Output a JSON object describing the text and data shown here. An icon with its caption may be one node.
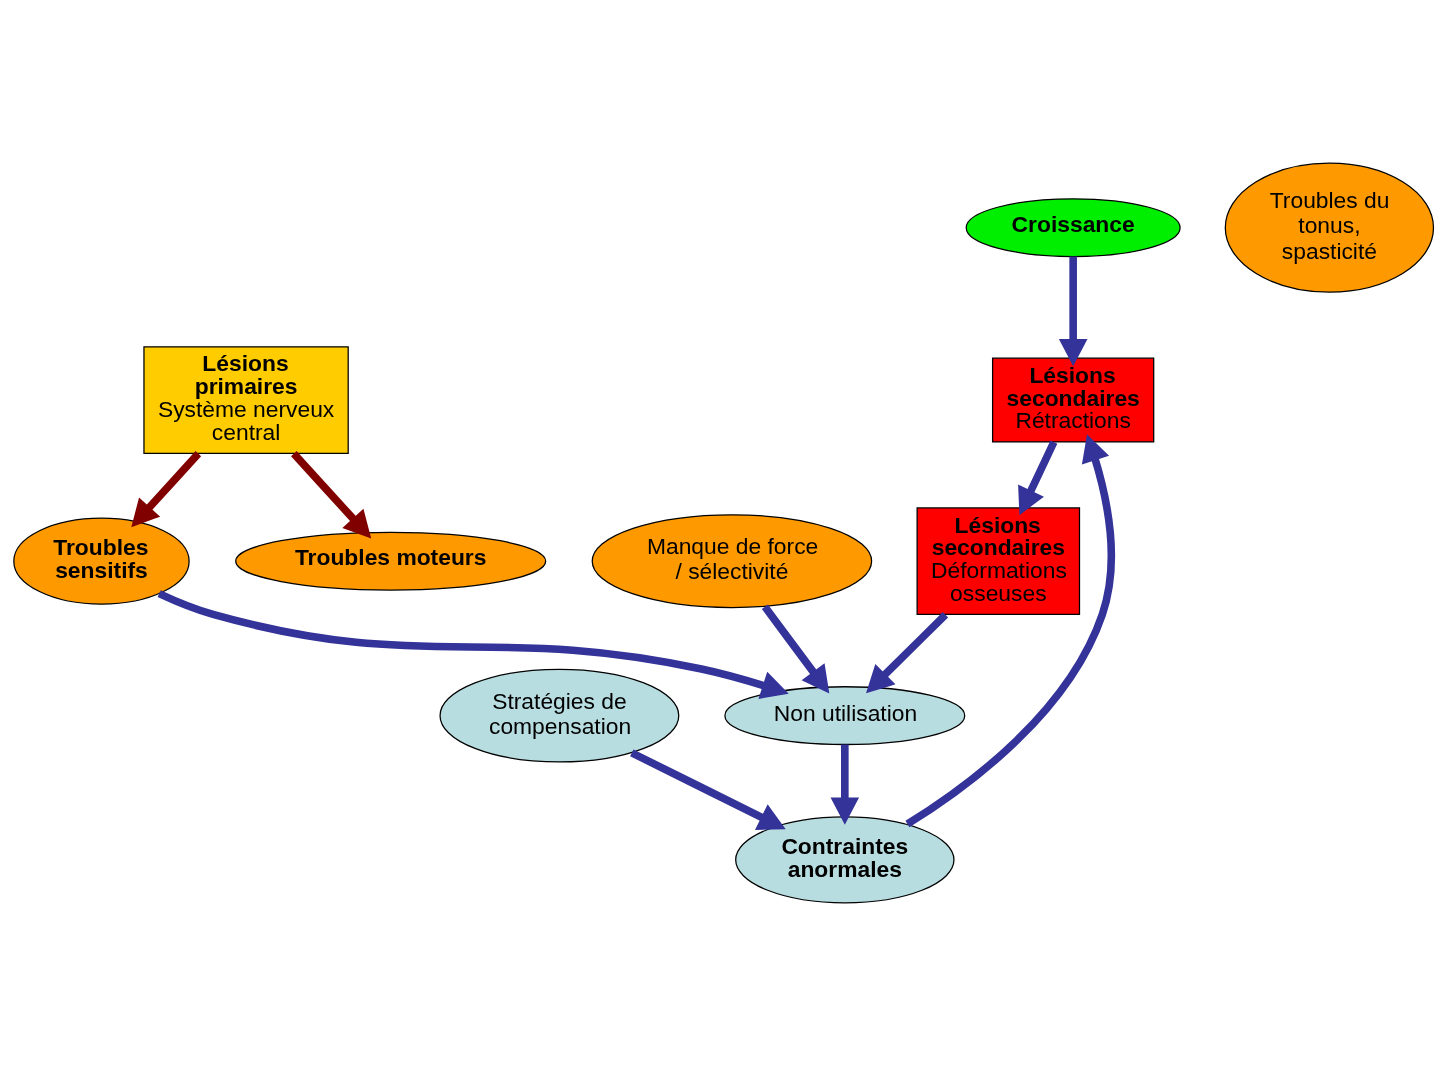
{
  "diagram": {
    "nodes": [
      {
        "text": [
          "Lésions secondaires",
          "Rétractions"
        ]
      },
      {
        "text": [
          "Croissance"
        ]
      },
      {
        "text": [
          "Lésions secondaires",
          "Déformations osseuses"
        ]
      },
      {
        "text": [
          "Lésions primaires",
          "Système nerveux central"
        ]
      },
      {
        "text": [
          "Troubles sensitifs"
        ]
      },
      {
        "text": [
          "Troubles moteurs"
        ]
      },
      {
        "text": [
          "Manque de force / sélectivité"
        ]
      },
      {
        "text": [
          "Troubles du tonus, spasticité"
        ]
      },
      {
        "text": [
          "Contraintes anormales"
        ]
      },
      {
        "text": [
          "Stratégies de compensation"
        ]
      },
      {
        "text": [
          "Non utilisation"
        ]
      }
    ],
    "edges": [
      {
        "from": 0,
        "to": 2,
        "arrow": "to"
      },
      {
        "from": 1,
        "to": 0,
        "arrow": "to"
      },
      {
        "from": 8,
        "to": 0,
        "arrow": "to"
      },
      {
        "from": 3,
        "to": 4,
        "arrow": "to",
        "color": "#800000"
      },
      {
        "from": 3,
        "to": 5,
        "arrow": "to",
        "color": "#800000"
      },
      {
        "from": 2,
        "to": 10,
        "arrow": "to"
      },
      {
        "from": 4,
        "to": 10,
        "arrow": "to"
      },
      {
        "from": 6,
        "to": 10,
        "arrow": "to"
      },
      {
        "from": 9,
        "to": 8,
        "arrow": "to"
      },
      {
        "from": 10,
        "to": 8,
        "arrow": "to"
      }
    ]
  }
}
